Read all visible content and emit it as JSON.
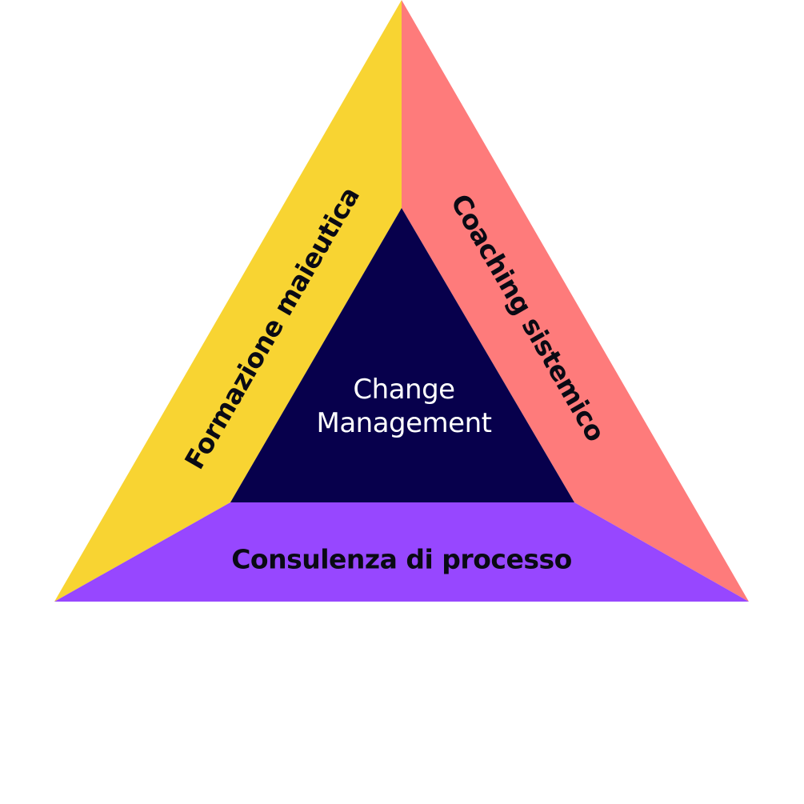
{
  "diagram": {
    "center_label_line1": "Change",
    "center_label_line2": "Management",
    "left_label": "Formazione maieutica",
    "right_label": "Coaching sistemico",
    "bottom_label": "Consulenza di processo"
  },
  "colors": {
    "left": "#F8D432",
    "right": "#FE7B7B",
    "bottom": "#9747FF",
    "center": "#07004C"
  }
}
